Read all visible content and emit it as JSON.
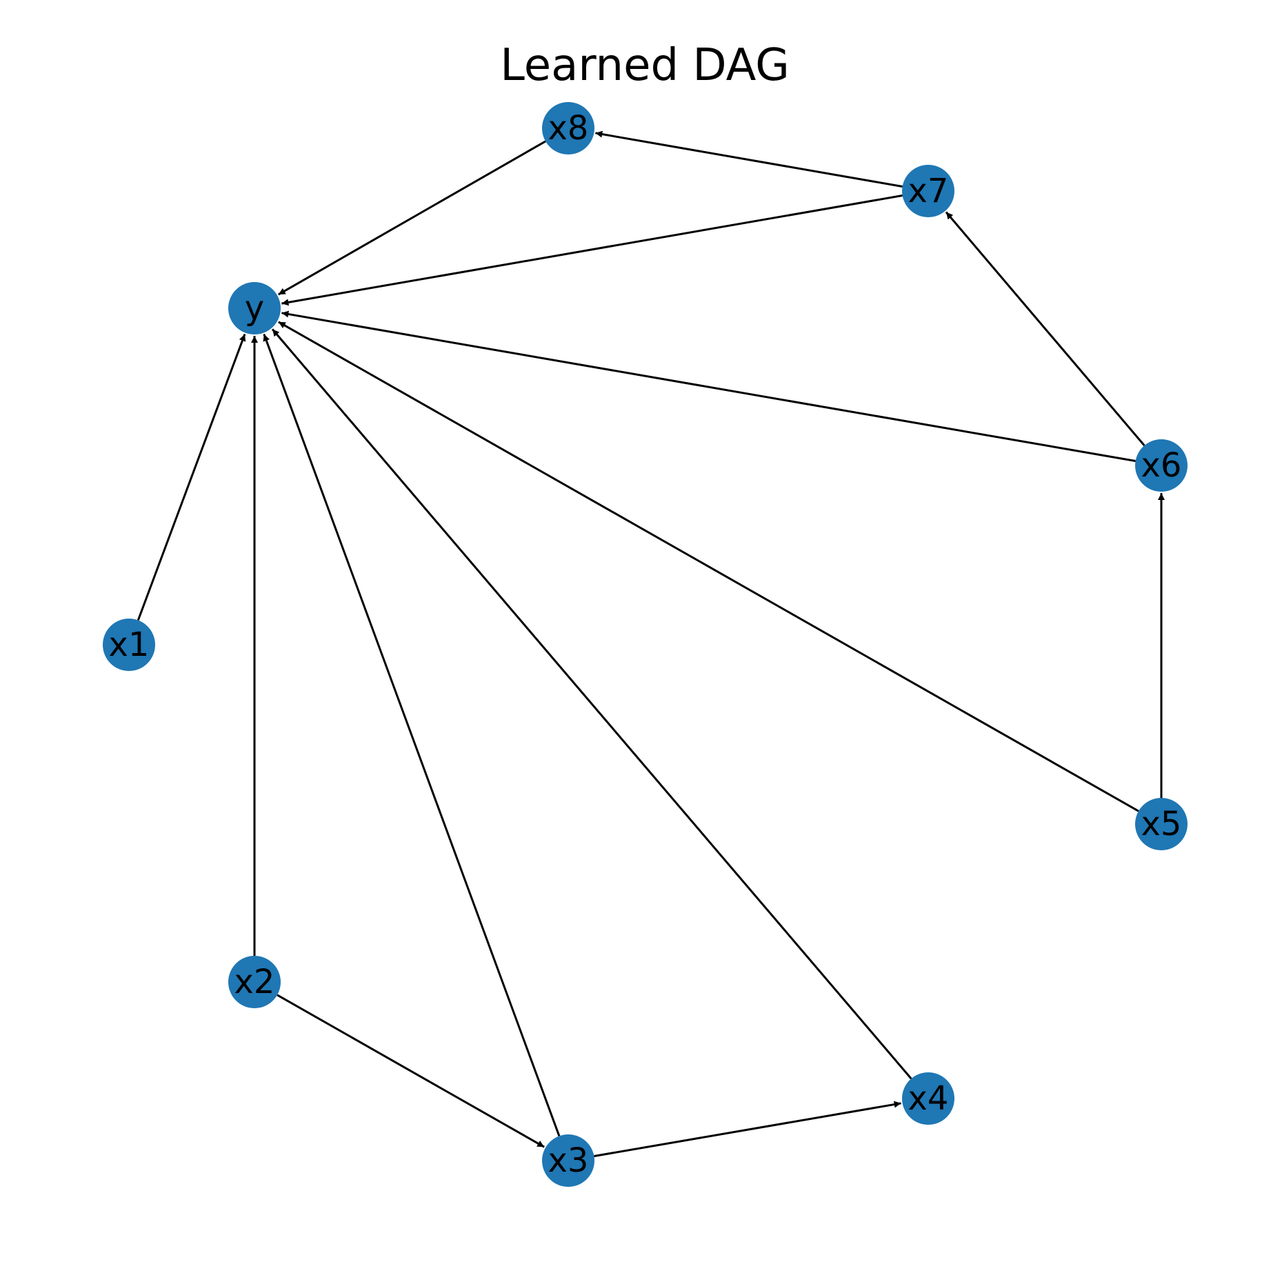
{
  "title": "Learned DAG",
  "colors": {
    "node_fill": "#1f77b4",
    "edge": "#000000",
    "label": "#000000"
  },
  "nodes": [
    {
      "id": "y",
      "label": "y"
    },
    {
      "id": "x1",
      "label": "x1"
    },
    {
      "id": "x2",
      "label": "x2"
    },
    {
      "id": "x3",
      "label": "x3"
    },
    {
      "id": "x4",
      "label": "x4"
    },
    {
      "id": "x5",
      "label": "x5"
    },
    {
      "id": "x6",
      "label": "x6"
    },
    {
      "id": "x7",
      "label": "x7"
    },
    {
      "id": "x8",
      "label": "x8"
    }
  ],
  "edges": [
    {
      "from": "x1",
      "to": "y"
    },
    {
      "from": "x2",
      "to": "y"
    },
    {
      "from": "x3",
      "to": "y"
    },
    {
      "from": "x4",
      "to": "y"
    },
    {
      "from": "x5",
      "to": "y"
    },
    {
      "from": "x6",
      "to": "y"
    },
    {
      "from": "x7",
      "to": "y"
    },
    {
      "from": "x8",
      "to": "y"
    },
    {
      "from": "x2",
      "to": "x3"
    },
    {
      "from": "x3",
      "to": "x4"
    },
    {
      "from": "x5",
      "to": "x6"
    },
    {
      "from": "x6",
      "to": "x7"
    },
    {
      "from": "x7",
      "to": "x8"
    }
  ]
}
